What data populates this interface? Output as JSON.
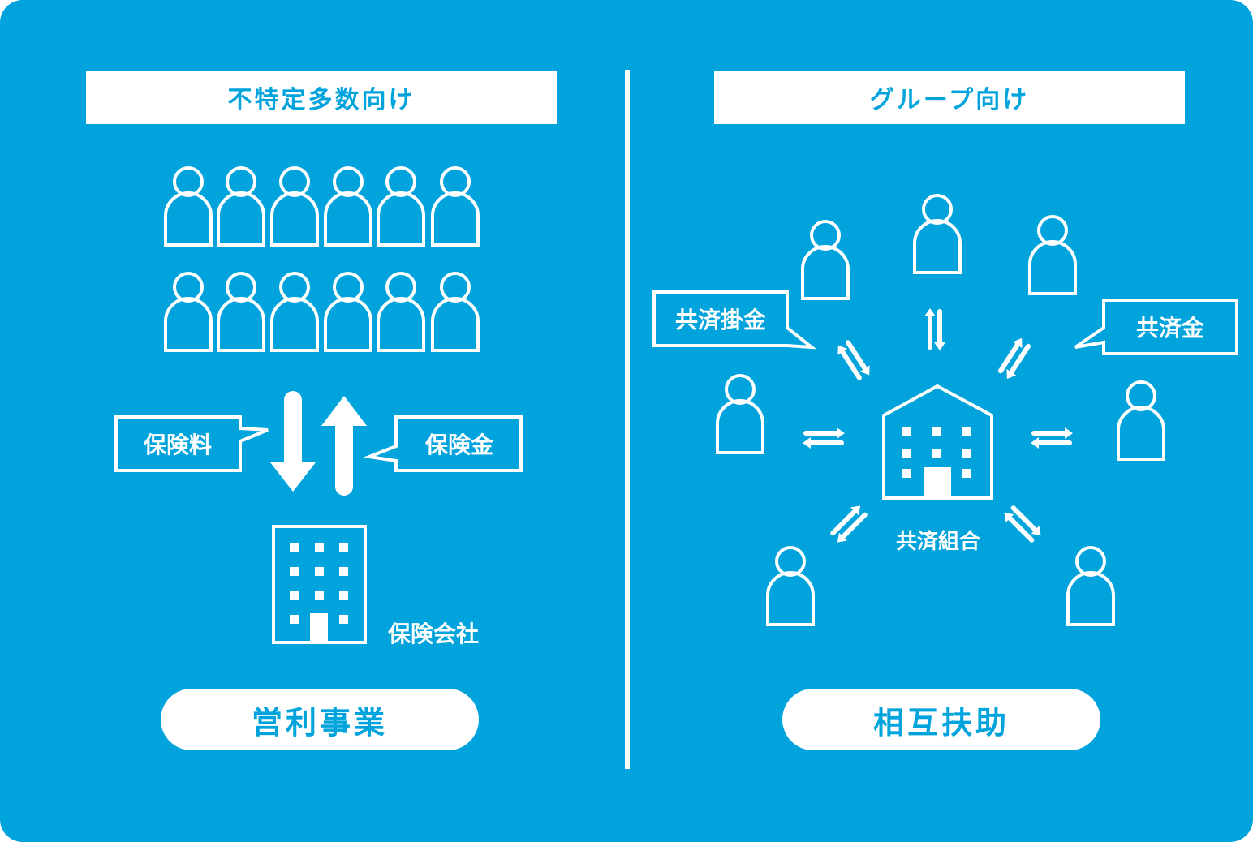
{
  "colors": {
    "background": "#00a3dc",
    "foreground": "#ffffff"
  },
  "left": {
    "header": "不特定多数向け",
    "premium_label": "保険料",
    "payout_label": "保険金",
    "company_label": "保険会社",
    "footer": "営利事業",
    "icons": {
      "people": "person-icon",
      "building": "office-building-icon"
    }
  },
  "right": {
    "header": "グループ向け",
    "contribution_label": "共済掛金",
    "payout_label": "共済金",
    "center_label": "共済組合",
    "footer": "相互扶助",
    "icons": {
      "people": "person-icon",
      "building": "cooperative-building-icon"
    }
  }
}
